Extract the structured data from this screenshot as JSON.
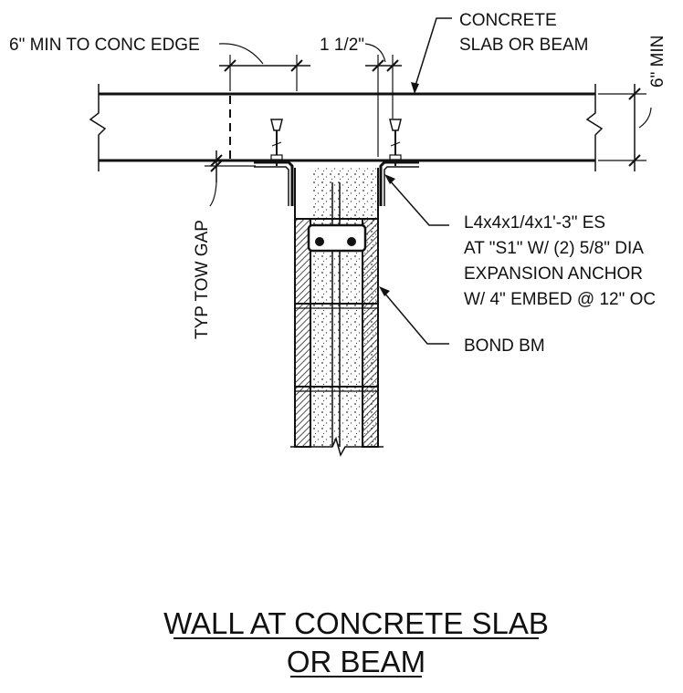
{
  "labels": {
    "min_to_edge": "6\" MIN TO CONC EDGE",
    "dim_1_5": "1 1/2\"",
    "slab_line1": "CONCRETE",
    "slab_line2": "SLAB OR BEAM",
    "min6": "6\" MIN",
    "tow_gap": "TYP TOW GAP",
    "angle_line1": "L4x4x1/4x1'-3\" ES",
    "angle_line2": "AT \"S1\" W/ (2) 5/8\" DIA",
    "angle_line3": "EXPANSION ANCHOR",
    "angle_line4": "W/ 4\" EMBED @ 12\" OC",
    "bond_beam": "BOND BM"
  },
  "title": {
    "line1": "WALL AT CONCRETE SLAB",
    "line2": "OR BEAM"
  }
}
